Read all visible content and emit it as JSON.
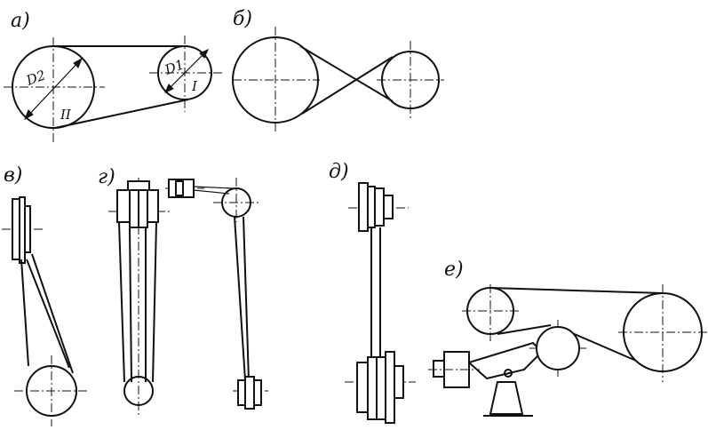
{
  "labels": {
    "a": "а)",
    "b": "б)",
    "v": "в)",
    "g": "г)",
    "d": "д)",
    "e": "е)"
  },
  "symbols": {
    "D2": "D2",
    "D1": "D1",
    "roman_two": "II",
    "roman_one": "I"
  }
}
